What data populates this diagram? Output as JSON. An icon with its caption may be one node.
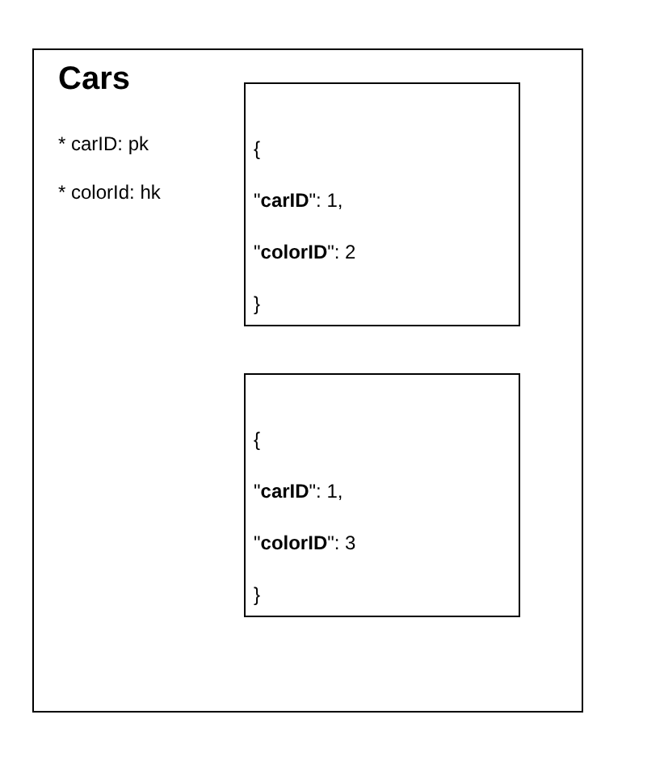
{
  "diagram": {
    "nodes": [
      {
        "text": [
          "Cars",
          "* carID: pk",
          "* colorId: hk"
        ]
      },
      {
        "text": [
          "{",
          "\"**carID**\": 1,",
          "\"**colorID**\": 2",
          "}"
        ],
        "in": 0
      },
      {
        "text": [
          "{",
          "\"**carID**\": 1,",
          "\"**colorID**\": 3",
          "}"
        ],
        "in": 0
      }
    ],
    "edges": []
  }
}
